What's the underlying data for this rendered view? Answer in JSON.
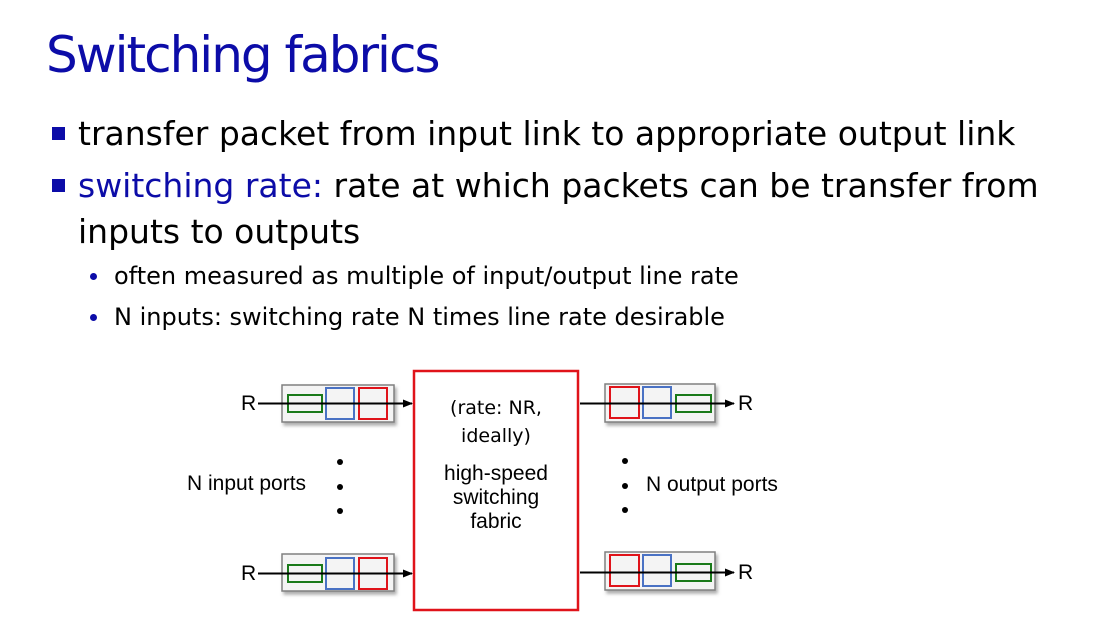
{
  "slide": {
    "title": "Switching fabrics",
    "bullets": [
      {
        "text": "transfer packet from input link to appropriate output link"
      },
      {
        "accent": "switching rate:",
        "text": " rate at which packets can be transfer from",
        "text2": "inputs to outputs"
      }
    ],
    "subbullets": [
      "often measured as multiple of input/output line rate",
      "N inputs: switching rate N times line rate desirable"
    ]
  },
  "diagram": {
    "input_link_label": "R",
    "output_link_label": "R",
    "input_ports_label": "N input ports",
    "output_ports_label": "N output ports",
    "fabric_rate_line1": "(rate: NR,",
    "fabric_rate_line2": "ideally)",
    "fabric_name_line1": "high-speed",
    "fabric_name_line2": "switching",
    "fabric_name_line3": "fabric"
  },
  "colors": {
    "title": "#0c0ca8",
    "fabric_border": "#e0131a",
    "queue_green": "#1a7a1a",
    "queue_blue": "#4a72c4",
    "queue_red": "#e0131a"
  }
}
